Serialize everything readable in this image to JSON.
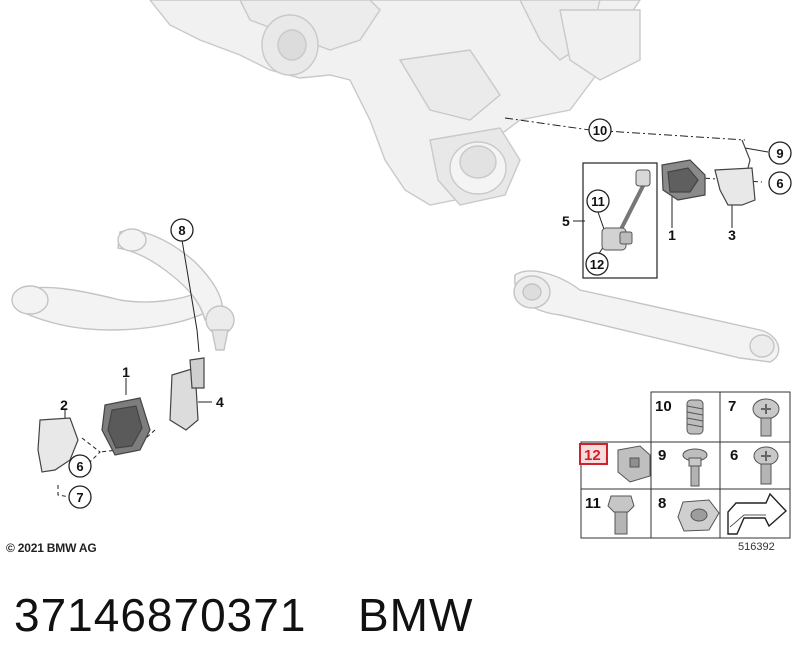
{
  "callouts": {
    "c10_top": "10",
    "c9_top": "9",
    "c6_top": "6",
    "c11_assembly": "11",
    "c12_assembly": "12",
    "c8_arm": "8",
    "c6_bottom": "6",
    "c7_bottom": "7"
  },
  "labels": {
    "l5": "5",
    "l1_top": "1",
    "l3": "3",
    "l1_bottom": "1",
    "l2": "2",
    "l4": "4"
  },
  "parts_table": {
    "cells": [
      {
        "num": "10",
        "icon": "spring-bolt-icon"
      },
      {
        "num": "7",
        "icon": "torx-screw-icon"
      },
      {
        "num": "12",
        "icon": "clip-bracket-icon",
        "highlighted": true
      },
      {
        "num": "9",
        "icon": "hex-flange-bolt-icon"
      },
      {
        "num": "6",
        "icon": "torx-screw-icon"
      },
      {
        "num": "11",
        "icon": "hex-bolt-icon"
      },
      {
        "num": "8",
        "icon": "hex-nut-icon"
      },
      {
        "num": "",
        "icon": "arrow-icon"
      }
    ],
    "highlight_color": "#d0202a"
  },
  "footer": {
    "copyright": "© 2021 BMW AG",
    "diagram_id": "516392"
  },
  "caption": {
    "part_number": "37146870371",
    "brand": "BMW"
  }
}
